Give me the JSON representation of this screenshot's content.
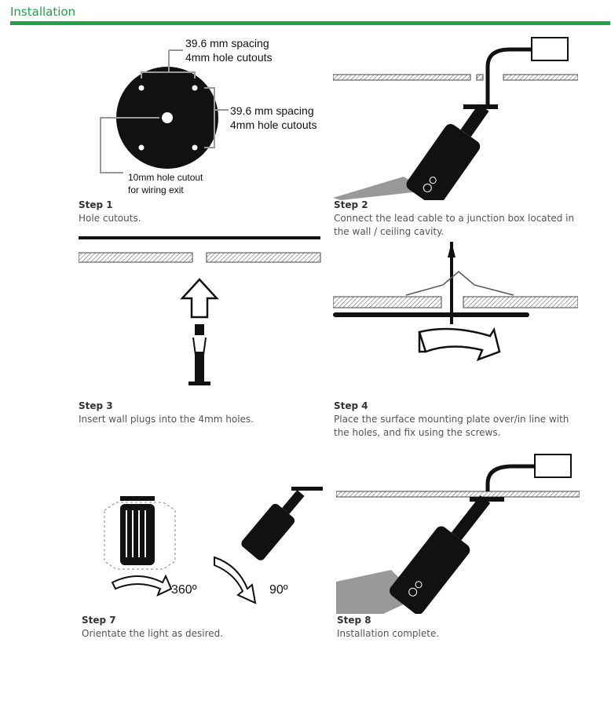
{
  "page": {
    "title": "Installation"
  },
  "diagram_labels": {
    "spacing_top_1": "39.6 mm spacing",
    "spacing_top_2": "4mm hole cutouts",
    "spacing_right_1": "39.6 mm spacing",
    "spacing_right_2": "4mm hole cutouts",
    "center_1": "10mm hole cutout",
    "center_2": "for wiring exit",
    "rotate_360": "360º",
    "rotate_90": "90º"
  },
  "steps": [
    {
      "step": "Step 1",
      "text": "Hole cutouts."
    },
    {
      "step": "Step 2",
      "text": "Connect the lead cable to a junction box located in the wall / ceiling cavity."
    },
    {
      "step": "Step 3",
      "text": "Insert wall plugs into the 4mm holes."
    },
    {
      "step": "Step 4",
      "text": "Place the surface mounting plate over/in line with the holes, and fix using the screws."
    },
    {
      "step": "Step 7",
      "text": "Orientate the light as desired."
    },
    {
      "step": "Step 8",
      "text": "Installation complete."
    }
  ]
}
